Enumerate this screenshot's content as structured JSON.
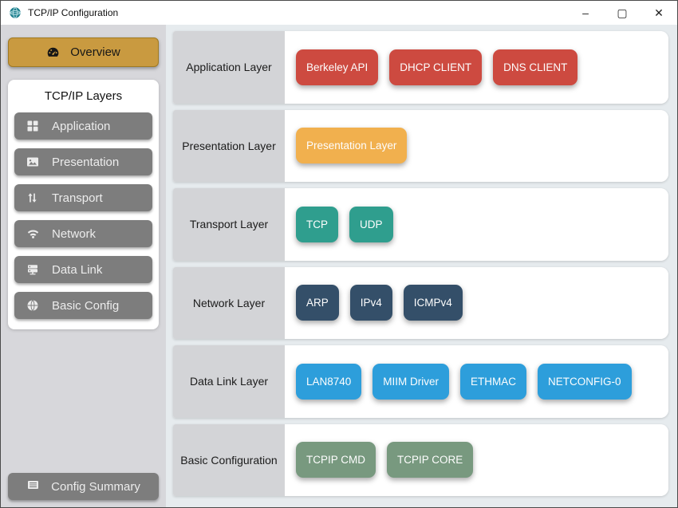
{
  "window": {
    "title": "TCP/IP Configuration",
    "controls": {
      "minimize": "–",
      "maximize": "▢",
      "close": "✕"
    }
  },
  "sidebar": {
    "overview": {
      "label": "Overview",
      "icon": "gauge-icon"
    },
    "layers_panel": {
      "title": "TCP/IP Layers",
      "items": [
        {
          "label": "Application",
          "icon": "grid-icon"
        },
        {
          "label": "Presentation",
          "icon": "image-icon"
        },
        {
          "label": "Transport",
          "icon": "arrows-vertical-icon"
        },
        {
          "label": "Network",
          "icon": "wifi-icon"
        },
        {
          "label": "Data Link",
          "icon": "server-icon"
        },
        {
          "label": "Basic Config",
          "icon": "globe-icon"
        }
      ]
    },
    "config_summary": {
      "label": "Config Summary",
      "icon": "newspaper-icon"
    }
  },
  "main": {
    "rows": [
      {
        "label": "Application Layer",
        "color": "#cd4a40",
        "chips": [
          "Berkeley API",
          "DHCP CLIENT",
          "DNS CLIENT"
        ]
      },
      {
        "label": "Presentation Layer",
        "color": "#f1b04e",
        "chips": [
          "Presentation Layer"
        ]
      },
      {
        "label": "Transport Layer",
        "color": "#2f9e8e",
        "chips": [
          "TCP",
          "UDP"
        ]
      },
      {
        "label": "Network Layer",
        "color": "#344f69",
        "chips": [
          "ARP",
          "IPv4",
          "ICMPv4"
        ]
      },
      {
        "label": "Data Link Layer",
        "color": "#2d9edb",
        "chips": [
          "LAN8740",
          "MIIM Driver",
          "ETHMAC",
          "NETCONFIG-0"
        ]
      },
      {
        "label": "Basic Configuration",
        "color": "#78997f",
        "chips": [
          "TCPIP CMD",
          "TCPIP CORE"
        ]
      }
    ]
  },
  "colors": {
    "overview_gold": "#c99a40",
    "sidebar_button_gray": "#7d7d7d",
    "sidebar_background": "#d7d7db",
    "main_background": "#e6ebee",
    "row_label_gray": "#d3d4d7",
    "titlebar_background": "#ffffff",
    "app_logo_teal": "#1d7f8d"
  }
}
